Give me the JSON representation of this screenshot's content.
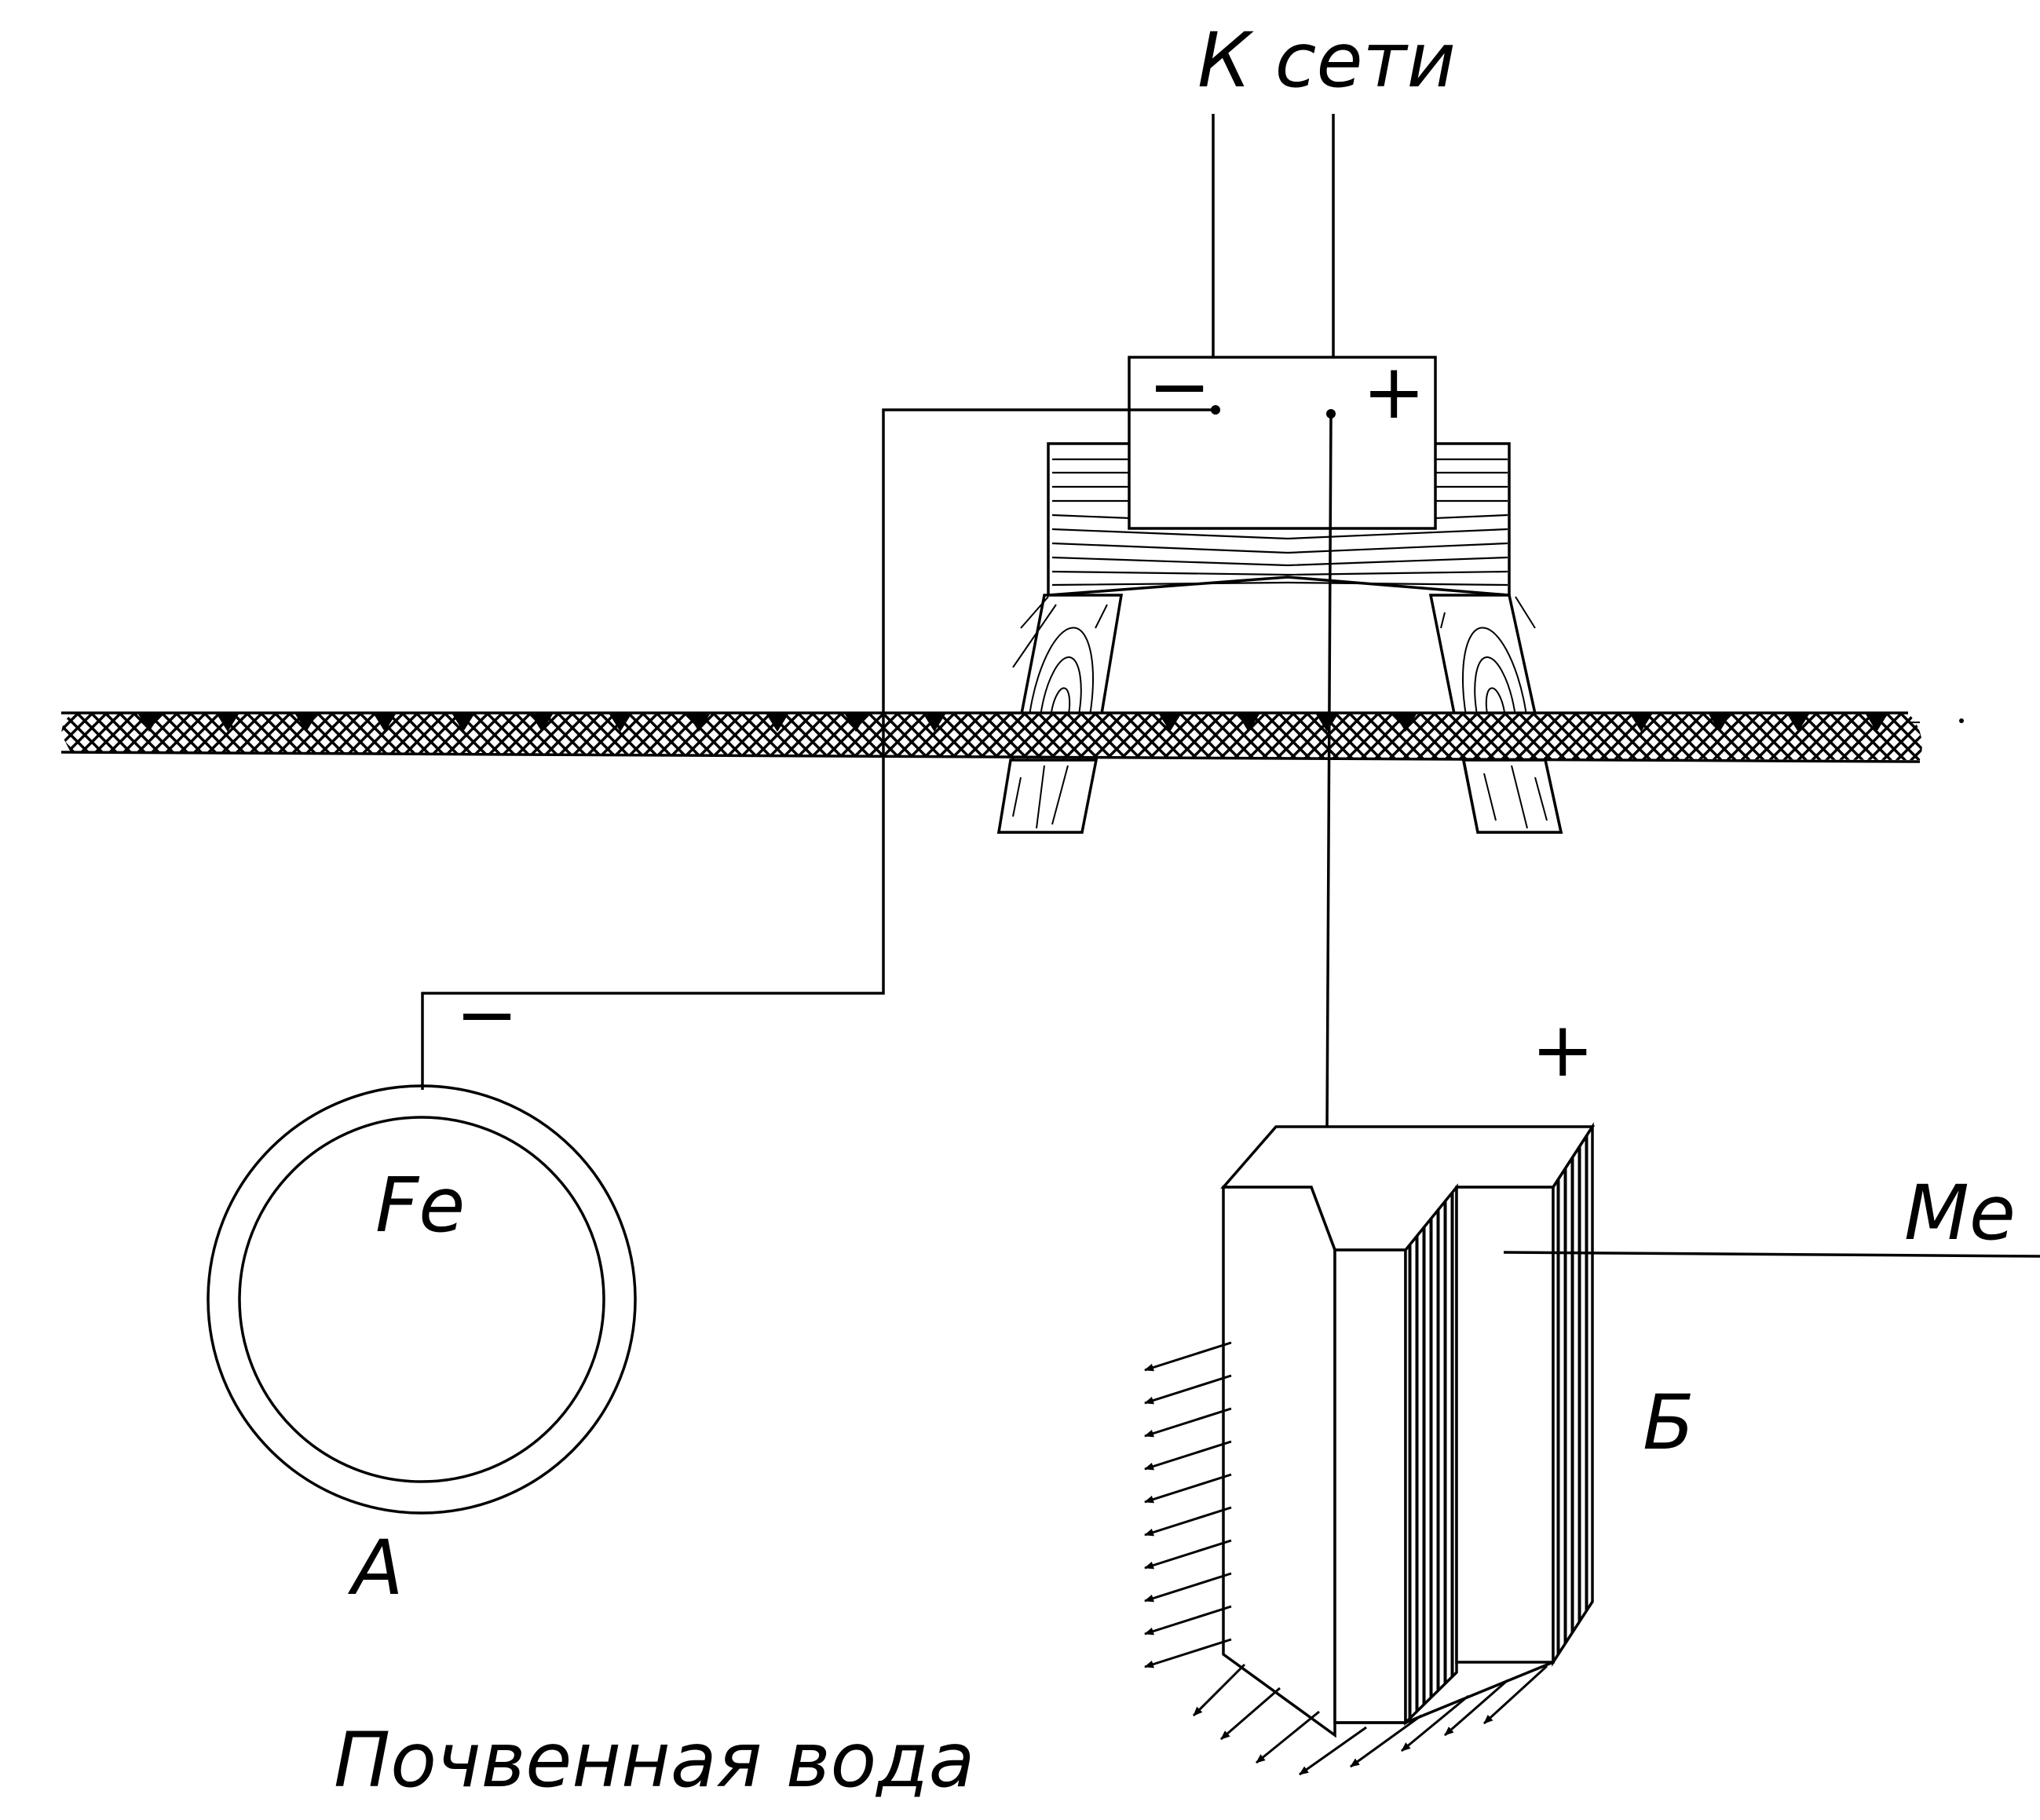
{
  "labels": {
    "network": "К сети",
    "box_minus": "−",
    "box_plus": "+",
    "pipe_minus": "−",
    "anode_plus": "+",
    "pipe_metal": "Fe",
    "pipe_letter": "А",
    "anode_metal": "Me",
    "anode_letter": "Б",
    "soil_water": "Почвенная вода"
  }
}
